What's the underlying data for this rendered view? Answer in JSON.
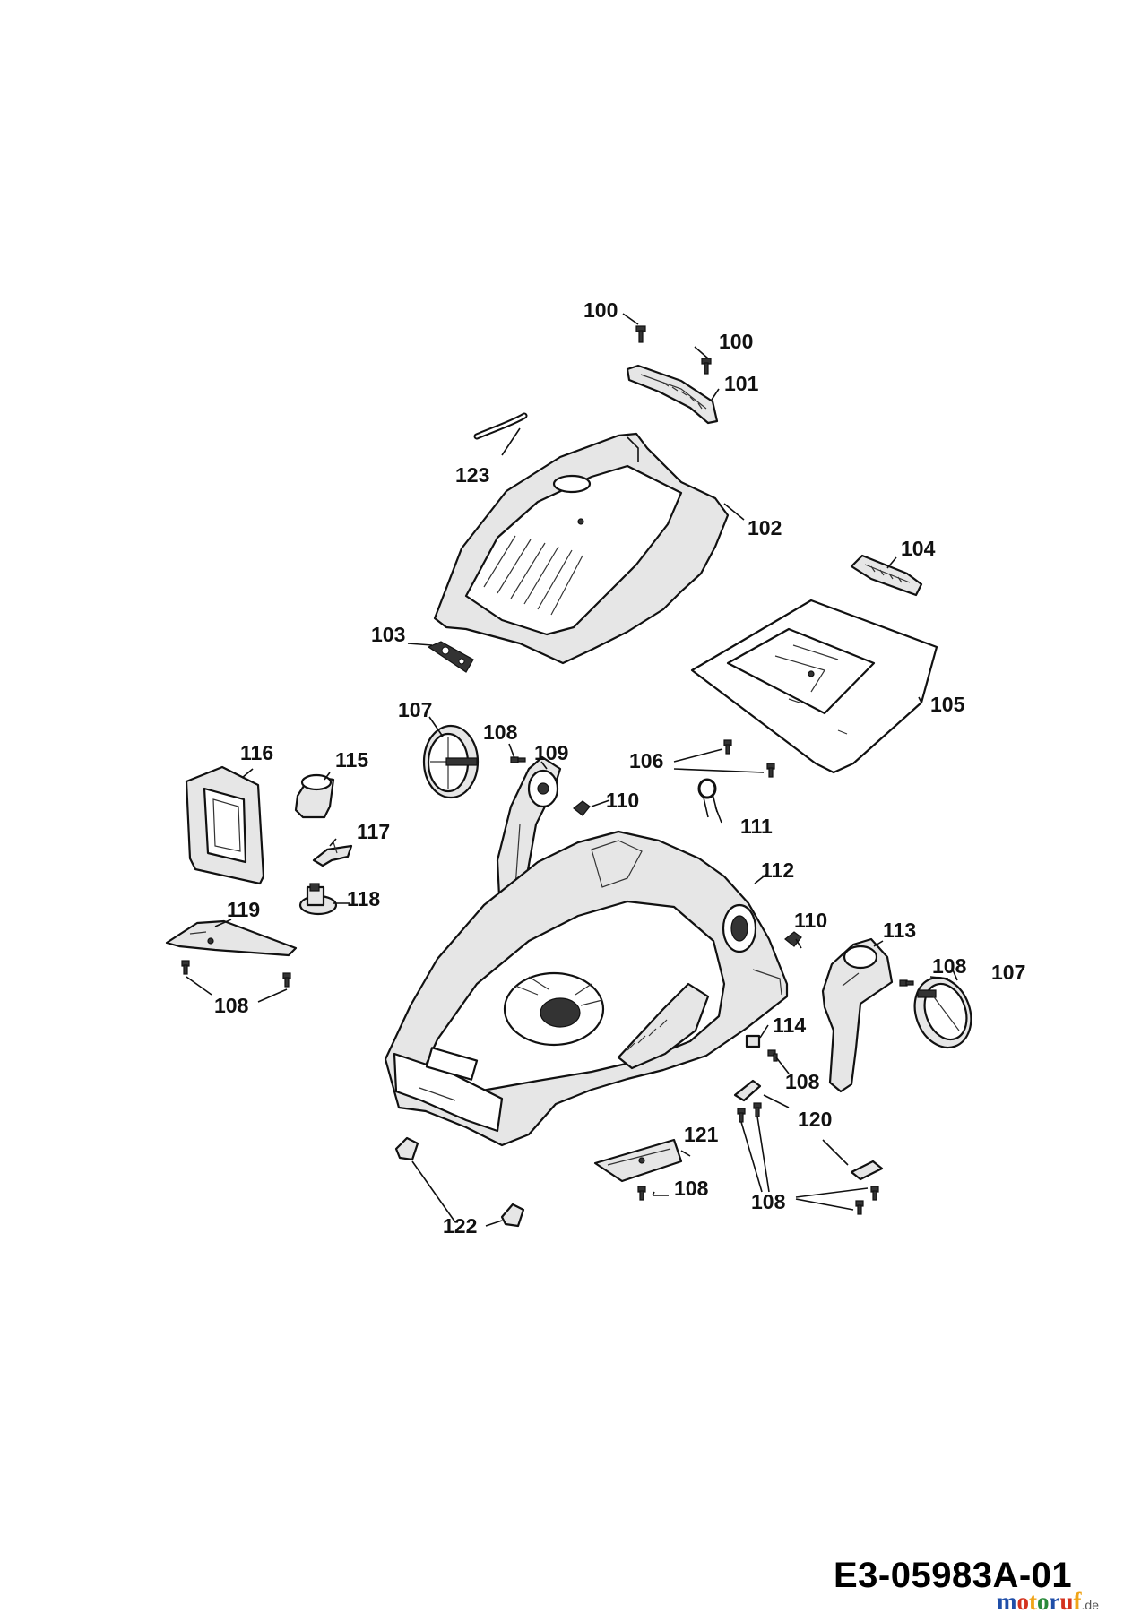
{
  "diagram": {
    "document_id": "E3-05983A-01",
    "watermark": {
      "text": "motoruf",
      "domain": ".de",
      "colors": [
        "#1f4ea8",
        "#d4321e",
        "#f0a418",
        "#2a8a3a"
      ]
    },
    "callouts": [
      "100",
      "100",
      "101",
      "123",
      "102",
      "104",
      "103",
      "105",
      "107",
      "108",
      "109",
      "106",
      "116",
      "115",
      "110",
      "111",
      "117",
      "112",
      "118",
      "110",
      "113",
      "119",
      "108",
      "107",
      "108",
      "114",
      "108",
      "120",
      "121",
      "108",
      "108",
      "122"
    ]
  }
}
